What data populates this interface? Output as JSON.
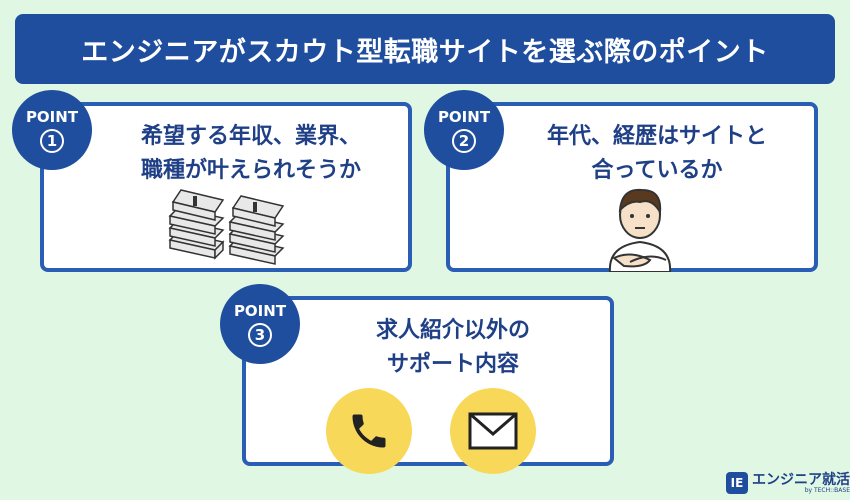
{
  "title": "エンジニアがスカウト型転職サイトを選ぶ際のポイント",
  "points": [
    {
      "badge_word": "POINT",
      "badge_num": "1",
      "lines": [
        "希望する年収、業界、",
        "職種が叶えられそうか"
      ]
    },
    {
      "badge_word": "POINT",
      "badge_num": "2",
      "lines": [
        "年代、経歴はサイトと",
        "合っているか"
      ]
    },
    {
      "badge_word": "POINT",
      "badge_num": "3",
      "lines": [
        "求人紹介以外の",
        "サポート内容"
      ]
    }
  ],
  "icons": {
    "money": "money-stack-icon",
    "person": "person-thinking-icon",
    "phone": "phone-icon",
    "mail": "mail-icon"
  },
  "logo": {
    "name": "エンジニア就活",
    "sub": "by TECH::BASE",
    "mark": "IE"
  },
  "colors": {
    "background": "#dff7e3",
    "primary": "#1f4e9e",
    "accent": "#f8d858",
    "card": "#ffffff"
  }
}
